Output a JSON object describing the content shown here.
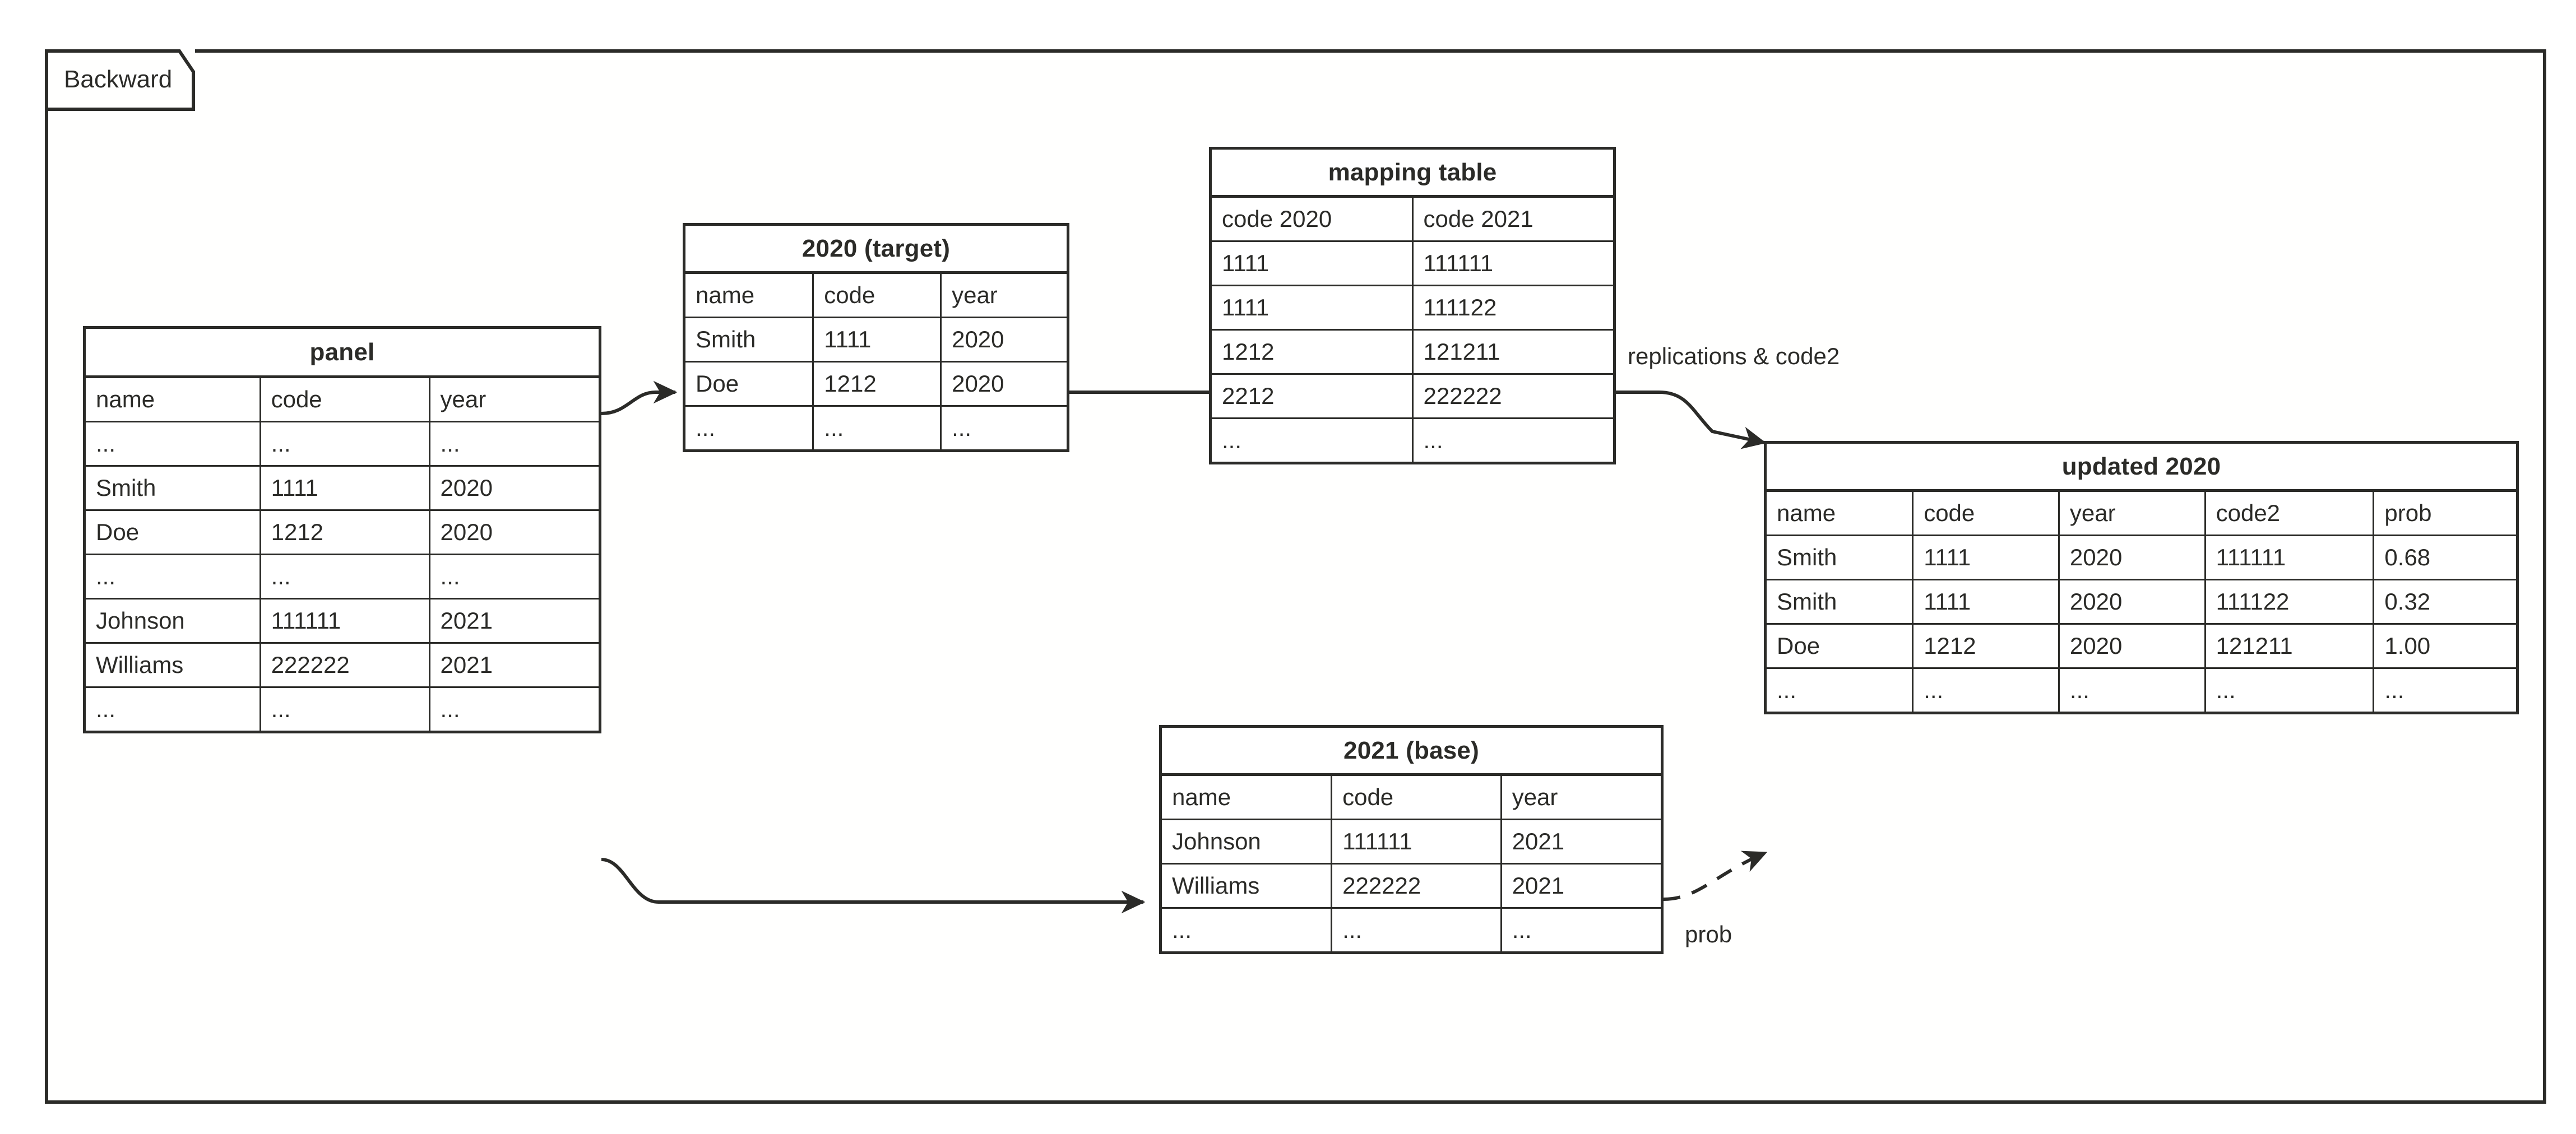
{
  "frame": {
    "label": "Backward"
  },
  "colors": {
    "stroke": "#2b2b28",
    "background": "#ffffff"
  },
  "tables": {
    "panel": {
      "title": "panel",
      "columns": [
        "name",
        "code",
        "year"
      ],
      "rows": [
        [
          "...",
          "...",
          "..."
        ],
        [
          "Smith",
          "1111",
          "2020"
        ],
        [
          "Doe",
          "1212",
          "2020"
        ],
        [
          "...",
          "...",
          "..."
        ],
        [
          "Johnson",
          "111111",
          "2021"
        ],
        [
          "Williams",
          "222222",
          "2021"
        ],
        [
          "...",
          "...",
          "..."
        ]
      ]
    },
    "target_2020": {
      "title": "2020 (target)",
      "columns": [
        "name",
        "code",
        "year"
      ],
      "rows": [
        [
          "Smith",
          "1111",
          "2020"
        ],
        [
          "Doe",
          "1212",
          "2020"
        ],
        [
          "...",
          "...",
          "..."
        ]
      ]
    },
    "mapping": {
      "title": "mapping table",
      "columns": [
        "code 2020",
        "code 2021"
      ],
      "rows": [
        [
          "1111",
          "111111"
        ],
        [
          "1111",
          "111122"
        ],
        [
          "1212",
          "121211"
        ],
        [
          "2212",
          "222222"
        ],
        [
          "...",
          "..."
        ]
      ]
    },
    "base_2021": {
      "title": "2021 (base)",
      "columns": [
        "name",
        "code",
        "year"
      ],
      "rows": [
        [
          "Johnson",
          "111111",
          "2021"
        ],
        [
          "Williams",
          "222222",
          "2021"
        ],
        [
          "...",
          "...",
          "..."
        ]
      ]
    },
    "updated_2020": {
      "title": "updated 2020",
      "columns": [
        "name",
        "code",
        "year",
        "code2",
        "prob"
      ],
      "rows": [
        [
          "Smith",
          "1111",
          "2020",
          "111111",
          "0.68"
        ],
        [
          "Smith",
          "1111",
          "2020",
          "111122",
          "0.32"
        ],
        [
          "Doe",
          "1212",
          "2020",
          "121211",
          "1.00"
        ],
        [
          "...",
          "...",
          "...",
          "...",
          "..."
        ]
      ]
    }
  },
  "edges": {
    "replications": "replications & code2",
    "prob": "prob"
  }
}
